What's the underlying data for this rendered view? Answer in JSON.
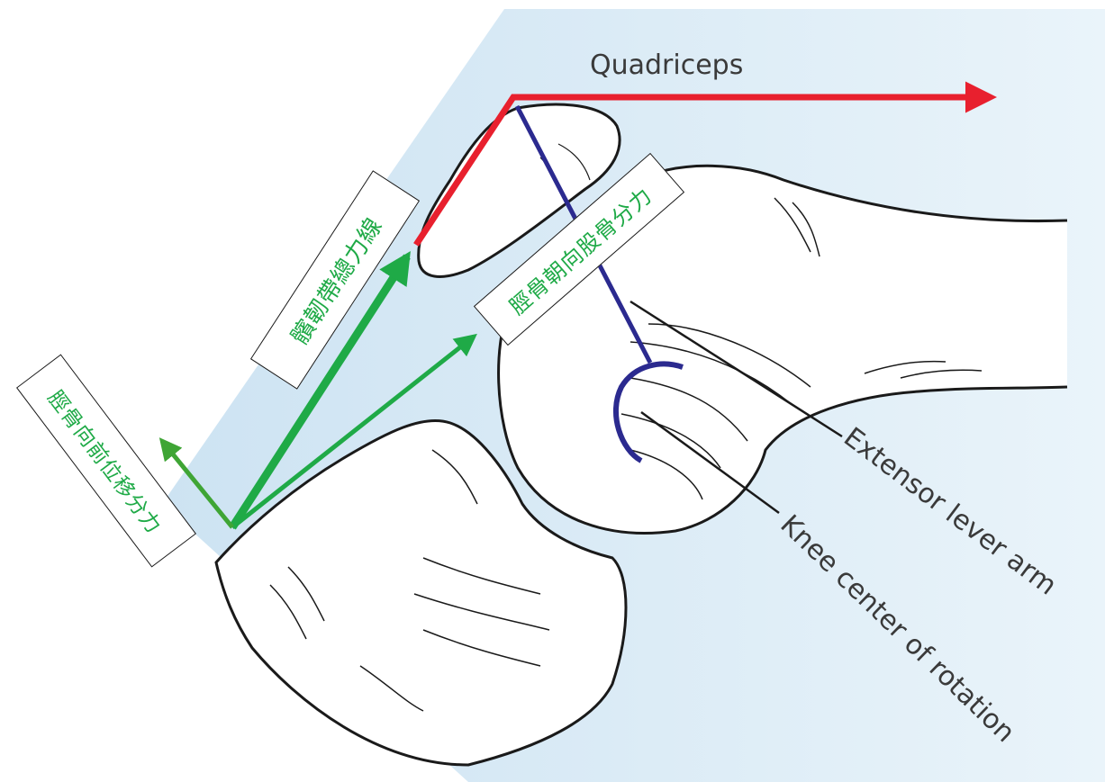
{
  "labels": {
    "quadriceps": "Quadriceps",
    "extensor_lever_arm": "Extensor lever arm",
    "knee_center_of_rotation": "Knee center of rotation"
  },
  "annotations": {
    "patellar_tendon_force_line": "髕韌帶總力線",
    "tibia_toward_femur_component": "脛骨朝向股骨分力",
    "tibia_anterior_translation_component": "脛骨向前位移分力"
  },
  "colors": {
    "background": "#cfe6f3",
    "quadriceps_force": "#e8202e",
    "lever_arm": "#2b2a8f",
    "force_arrows": "#1faa47",
    "anterior_arrow": "#3fa535",
    "outline": "#1a1a1a"
  }
}
